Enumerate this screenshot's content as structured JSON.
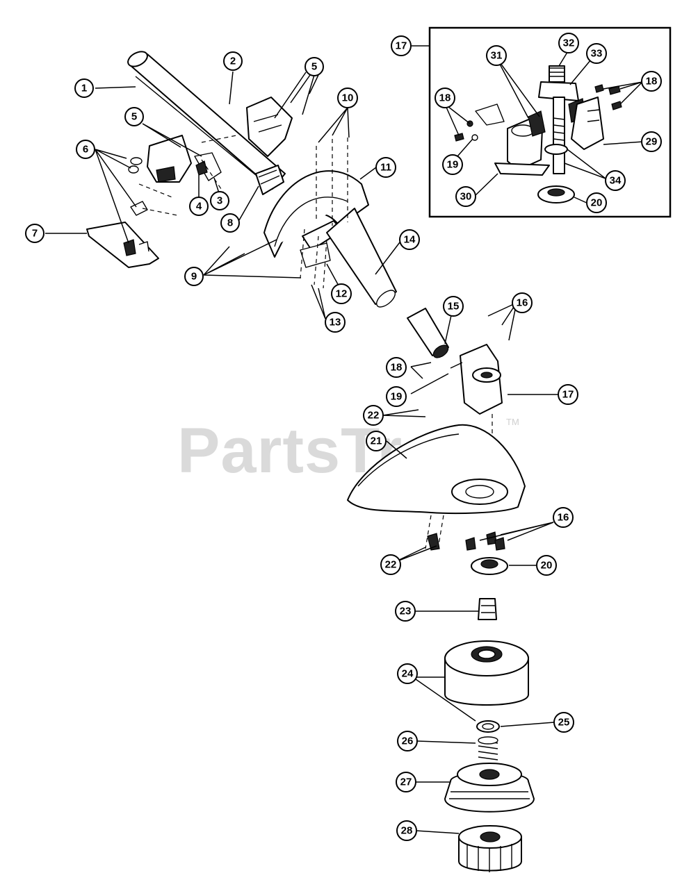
{
  "watermark": {
    "text": "PartsTree",
    "tm": "TM"
  },
  "callouts": {
    "c1": "1",
    "c2": "2",
    "c3": "3",
    "c4": "4",
    "c5a": "5",
    "c5b": "5",
    "c6": "6",
    "c7": "7",
    "c8": "8",
    "c9": "9",
    "c10": "10",
    "c11": "11",
    "c12": "12",
    "c13": "13",
    "c14": "14",
    "c15": "15",
    "c16a": "16",
    "c16b": "16",
    "c17a": "17",
    "c17b": "17",
    "c18a": "18",
    "c18b": "18",
    "c18c": "18",
    "c19a": "19",
    "c19b": "19",
    "c20a": "20",
    "c20b": "20",
    "c21": "21",
    "c22a": "22",
    "c22b": "22",
    "c23": "23",
    "c24": "24",
    "c25": "25",
    "c26": "26",
    "c27": "27",
    "c28": "28",
    "c29": "29",
    "c30": "30",
    "c31": "31",
    "c32": "32",
    "c33": "33",
    "c34": "34"
  }
}
